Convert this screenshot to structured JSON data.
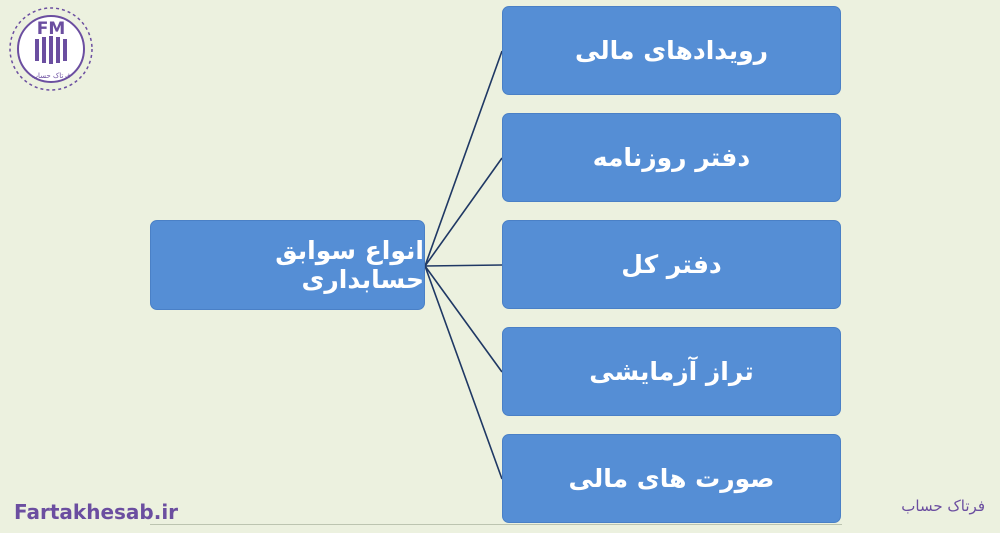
{
  "diagram": {
    "root": "انواع سوابق حسابداری",
    "children": [
      "رویدادهای مالی",
      "دفتر روزنامه",
      "دفتر کل",
      "تراز آزمایشی",
      "صورت های مالی"
    ]
  },
  "branding": {
    "logo_letters": "FM",
    "logo_caption": "فرتاک حساب",
    "site_url": "Fartakhesab.ir",
    "brand_name": "فرتاک حساب"
  },
  "colors": {
    "background": "#ecf1df",
    "box_fill": "#558ed5",
    "connector": "#1f3864",
    "brand_purple": "#6b4ea0"
  }
}
